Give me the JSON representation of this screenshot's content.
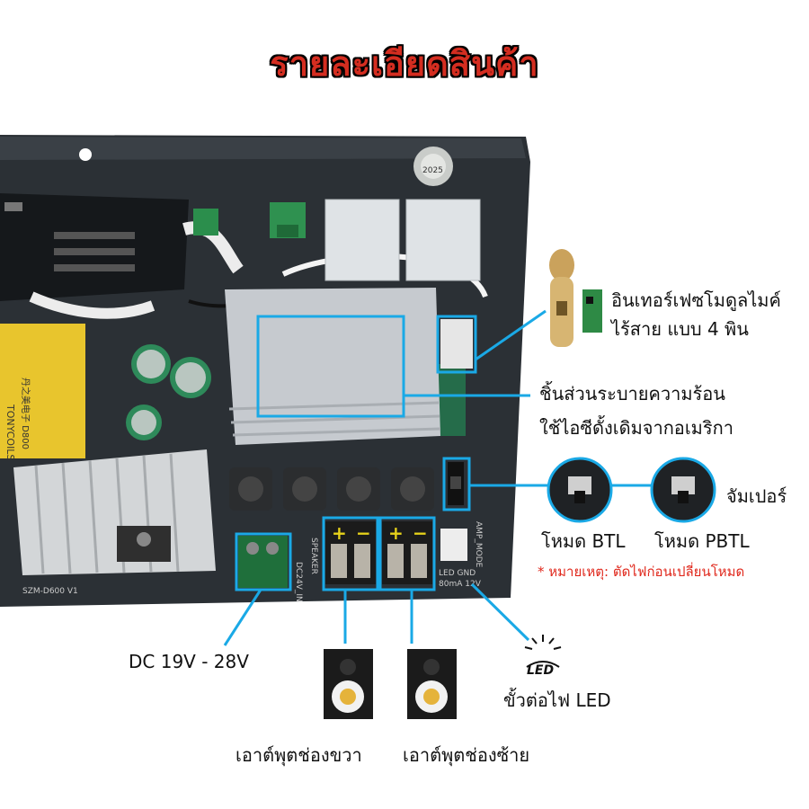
{
  "title": "รายละเอียดสินค้า",
  "labels": {
    "mic_line1": "อินเทอร์เฟซโมดูลไมค์",
    "mic_line2": "ไร้สาย แบบ 4 พิน",
    "heat_line1": "ชิ้นส่วนระบายความร้อน",
    "heat_line2": "ใช้ไอซีดั้งเดิมจากอเมริกา",
    "jumper": "จัมเปอร์",
    "btl": "โหมด BTL",
    "pbtl": "โหมด PBTL",
    "note": "* หมายเหตุ: ตัดไฟก่อนเปลี่ยนโหมด",
    "dc": "DC 19V - 28V",
    "led_icon": "LED",
    "led": "ขั้วต่อไฟ LED",
    "out_right": "เอาต์พุตช่องขวา",
    "out_left": "เอาต์พุตช่องซ้าย"
  },
  "board_print": {
    "coil1": "TONYCOILS",
    "coil2": "丹之美电子 D800",
    "model": "SZM-D600 V1",
    "dc_in": "DC24V_IN",
    "speaker": "SPEAKER",
    "mode": "AMP_MODE",
    "led_pins": "LED  GND",
    "led_spec": "80mA  12V",
    "date": "2025"
  },
  "colors": {
    "title": "#d42d20",
    "callout": "#1aa9e6",
    "board": "#23272b",
    "note": "#e0281c"
  }
}
